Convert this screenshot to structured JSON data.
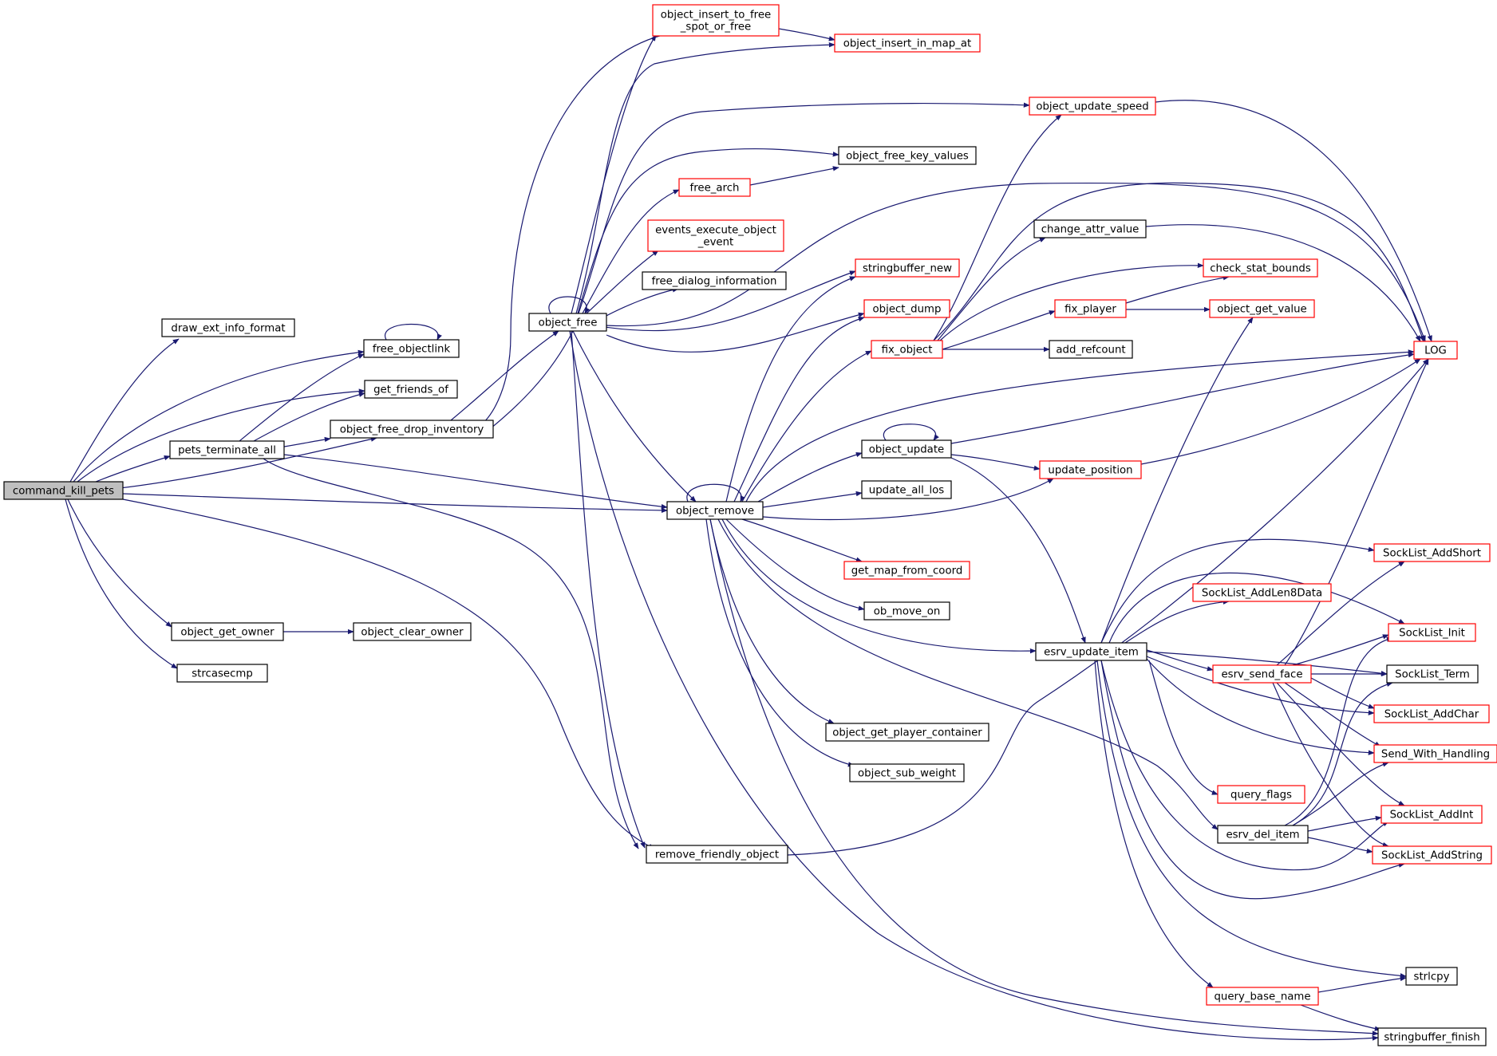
{
  "graph": {
    "nodes": [
      {
        "id": "command_kill_pets",
        "lines": [
          "command_kill_pets"
        ],
        "style": "root"
      },
      {
        "id": "draw_ext_info_format",
        "lines": [
          "draw_ext_info_format"
        ],
        "style": "black"
      },
      {
        "id": "free_objectlink",
        "lines": [
          "free_objectlink"
        ],
        "style": "black"
      },
      {
        "id": "get_friends_of",
        "lines": [
          "get_friends_of"
        ],
        "style": "black"
      },
      {
        "id": "object_free_drop_inventory",
        "lines": [
          "object_free_drop_inventory"
        ],
        "style": "black"
      },
      {
        "id": "pets_terminate_all",
        "lines": [
          "pets_terminate_all"
        ],
        "style": "black"
      },
      {
        "id": "object_remove",
        "lines": [
          "object_remove"
        ],
        "style": "black"
      },
      {
        "id": "object_get_owner",
        "lines": [
          "object_get_owner"
        ],
        "style": "black"
      },
      {
        "id": "object_clear_owner",
        "lines": [
          "object_clear_owner"
        ],
        "style": "black"
      },
      {
        "id": "strcasecmp",
        "lines": [
          "strcasecmp"
        ],
        "style": "black"
      },
      {
        "id": "remove_friendly_object",
        "lines": [
          "remove_friendly_object"
        ],
        "style": "black"
      },
      {
        "id": "object_free",
        "lines": [
          "object_free"
        ],
        "style": "black"
      },
      {
        "id": "object_insert_to_free_spot_or_free",
        "lines": [
          "object_insert_to_free",
          "_spot_or_free"
        ],
        "style": "red"
      },
      {
        "id": "object_insert_in_map_at",
        "lines": [
          "object_insert_in_map_at"
        ],
        "style": "red"
      },
      {
        "id": "object_update_speed",
        "lines": [
          "object_update_speed"
        ],
        "style": "red"
      },
      {
        "id": "object_free_key_values",
        "lines": [
          "object_free_key_values"
        ],
        "style": "black"
      },
      {
        "id": "free_arch",
        "lines": [
          "free_arch"
        ],
        "style": "red"
      },
      {
        "id": "events_execute_object_event",
        "lines": [
          "events_execute_object",
          "_event"
        ],
        "style": "red"
      },
      {
        "id": "free_dialog_information",
        "lines": [
          "free_dialog_information"
        ],
        "style": "black"
      },
      {
        "id": "stringbuffer_new",
        "lines": [
          "stringbuffer_new"
        ],
        "style": "red"
      },
      {
        "id": "object_dump",
        "lines": [
          "object_dump"
        ],
        "style": "red"
      },
      {
        "id": "fix_object",
        "lines": [
          "fix_object"
        ],
        "style": "red"
      },
      {
        "id": "object_update",
        "lines": [
          "object_update"
        ],
        "style": "black"
      },
      {
        "id": "update_all_los",
        "lines": [
          "update_all_los"
        ],
        "style": "black"
      },
      {
        "id": "get_map_from_coord",
        "lines": [
          "get_map_from_coord"
        ],
        "style": "red"
      },
      {
        "id": "ob_move_on",
        "lines": [
          "ob_move_on"
        ],
        "style": "black"
      },
      {
        "id": "object_get_player_container",
        "lines": [
          "object_get_player_container"
        ],
        "style": "black"
      },
      {
        "id": "object_sub_weight",
        "lines": [
          "object_sub_weight"
        ],
        "style": "black"
      },
      {
        "id": "change_attr_value",
        "lines": [
          "change_attr_value"
        ],
        "style": "black"
      },
      {
        "id": "check_stat_bounds",
        "lines": [
          "check_stat_bounds"
        ],
        "style": "red"
      },
      {
        "id": "fix_player",
        "lines": [
          "fix_player"
        ],
        "style": "red"
      },
      {
        "id": "object_get_value",
        "lines": [
          "object_get_value"
        ],
        "style": "red"
      },
      {
        "id": "add_refcount",
        "lines": [
          "add_refcount"
        ],
        "style": "black"
      },
      {
        "id": "LOG",
        "lines": [
          "LOG"
        ],
        "style": "red"
      },
      {
        "id": "update_position",
        "lines": [
          "update_position"
        ],
        "style": "red"
      },
      {
        "id": "esrv_update_item",
        "lines": [
          "esrv_update_item"
        ],
        "style": "black"
      },
      {
        "id": "esrv_send_face",
        "lines": [
          "esrv_send_face"
        ],
        "style": "red"
      },
      {
        "id": "SockList_AddShort",
        "lines": [
          "SockList_AddShort"
        ],
        "style": "red"
      },
      {
        "id": "SockList_AddLen8Data",
        "lines": [
          "SockList_AddLen8Data"
        ],
        "style": "red"
      },
      {
        "id": "SockList_Init",
        "lines": [
          "SockList_Init"
        ],
        "style": "red"
      },
      {
        "id": "SockList_Term",
        "lines": [
          "SockList_Term"
        ],
        "style": "black"
      },
      {
        "id": "SockList_AddChar",
        "lines": [
          "SockList_AddChar"
        ],
        "style": "red"
      },
      {
        "id": "Send_With_Handling",
        "lines": [
          "Send_With_Handling"
        ],
        "style": "red"
      },
      {
        "id": "query_flags",
        "lines": [
          "query_flags"
        ],
        "style": "red"
      },
      {
        "id": "esrv_del_item",
        "lines": [
          "esrv_del_item"
        ],
        "style": "black"
      },
      {
        "id": "SockList_AddInt",
        "lines": [
          "SockList_AddInt"
        ],
        "style": "red"
      },
      {
        "id": "SockList_AddString",
        "lines": [
          "SockList_AddString"
        ],
        "style": "red"
      },
      {
        "id": "strlcpy",
        "lines": [
          "strlcpy"
        ],
        "style": "black"
      },
      {
        "id": "query_base_name",
        "lines": [
          "query_base_name"
        ],
        "style": "red"
      },
      {
        "id": "stringbuffer_finish",
        "lines": [
          "stringbuffer_finish"
        ],
        "style": "black"
      }
    ],
    "colors": {
      "edge": "#191970",
      "red_border": "#ff0000",
      "black_border": "#000000",
      "root_fill": "#bfbfbf"
    }
  }
}
